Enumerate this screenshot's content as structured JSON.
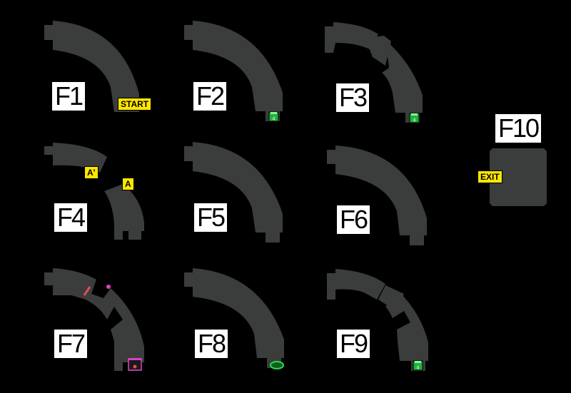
{
  "floors": [
    {
      "id": "f1",
      "label": "F1"
    },
    {
      "id": "f2",
      "label": "F2"
    },
    {
      "id": "f3",
      "label": "F3"
    },
    {
      "id": "f4",
      "label": "F4"
    },
    {
      "id": "f5",
      "label": "F5"
    },
    {
      "id": "f6",
      "label": "F6"
    },
    {
      "id": "f7",
      "label": "F7"
    },
    {
      "id": "f8",
      "label": "F8"
    },
    {
      "id": "f9",
      "label": "F9"
    },
    {
      "id": "f10",
      "label": "F10"
    }
  ],
  "tags": {
    "start": "START",
    "exit": "EXIT",
    "a": "A",
    "a_prime": "A'"
  },
  "markers": {
    "stairs_number": "4"
  },
  "colors": {
    "background": "#000000",
    "corridor": "#3a3d3c",
    "tag": "#ffe600",
    "label_bg": "#ffffff",
    "stairs": "#1db33a",
    "marker_pink": "#e040c0",
    "marker_red": "#e05050"
  }
}
